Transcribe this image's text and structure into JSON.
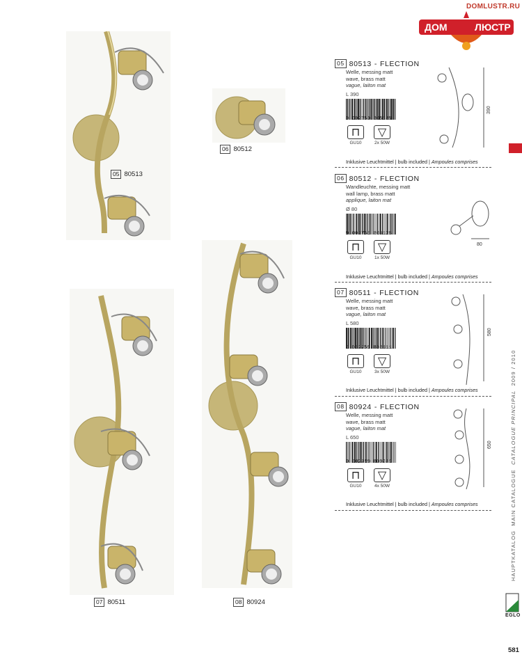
{
  "header": {
    "site": "DOMLUSTR.RU",
    "logo_left": "ДОМ",
    "logo_right": "ЛЮСТР"
  },
  "photos": [
    {
      "num": "05",
      "code": "80513"
    },
    {
      "num": "06",
      "code": "80512"
    },
    {
      "num": "07",
      "code": "80511"
    },
    {
      "num": "08",
      "code": "80924"
    }
  ],
  "specs": [
    {
      "num": "05",
      "code": "80513",
      "name": "FLECTION",
      "line1": "Welle, messing matt",
      "line2": "wave, brass matt",
      "line3": "vague, laiton mat",
      "dim": "L 390",
      "barcode": "9 002759 805135",
      "socket": "GU10",
      "bulbs": "2x 50W",
      "drawing_dim": "390"
    },
    {
      "num": "06",
      "code": "80512",
      "name": "FLECTION",
      "line1": "Wandleuchte, messing matt",
      "line2": "wall lamp, brass matt",
      "line3": "applique, laiton mat",
      "dim": "Ø 80",
      "barcode": "9 002759 805128",
      "socket": "GU10",
      "bulbs": "1x 50W",
      "drawing_dim": "80"
    },
    {
      "num": "07",
      "code": "80511",
      "name": "FLECTION",
      "line1": "Welle, messing matt",
      "line2": "wave, brass matt",
      "line3": "vague, laiton mat",
      "dim": "L 580",
      "barcode": "9 002759 805111",
      "socket": "GU10",
      "bulbs": "3x 50W",
      "drawing_dim": "580"
    },
    {
      "num": "08",
      "code": "80924",
      "name": "FLECTION",
      "line1": "Welle, messing matt",
      "line2": "wave, brass matt",
      "line3": "vague, laiton mat",
      "dim": "L 650",
      "barcode": "9 002759 809249",
      "socket": "GU10",
      "bulbs": "4x 50W",
      "drawing_dim": "650"
    }
  ],
  "included": {
    "de": "Inklusive Leuchtmittel",
    "en": "bulb included",
    "fr": "Ampoules comprises"
  },
  "sidebar": {
    "catalog_de": "HAUPTKATALOG",
    "catalog_en": "MAIN CATALOGUE",
    "catalog_fr": "CATALOGUE PRINCIPAL",
    "year": "2009 / 2010",
    "brand": "EGLO"
  },
  "page_number": "581",
  "colors": {
    "accent_red": "#d0202a",
    "brass": "#c9b46a"
  }
}
